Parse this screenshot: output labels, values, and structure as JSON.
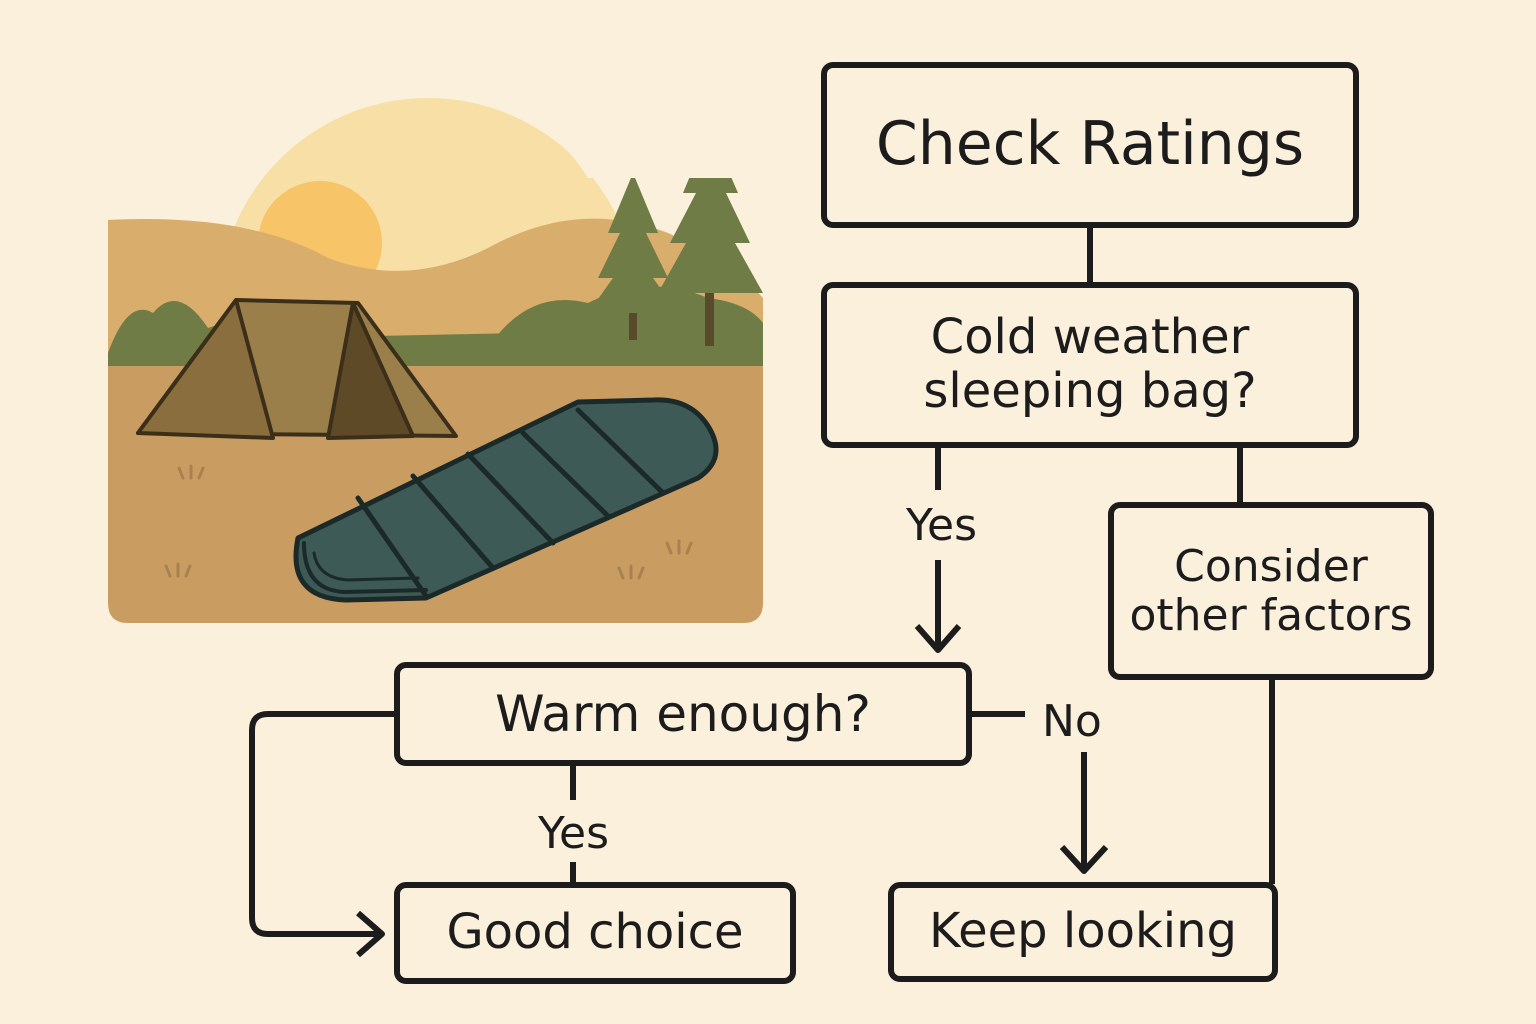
{
  "diagram": {
    "nodes": {
      "check_ratings": {
        "label": "Check Ratings"
      },
      "cold_weather": {
        "label": "Cold weather sleeping bag?"
      },
      "consider_other": {
        "label": "Consider other factors"
      },
      "warm_enough": {
        "label": "Warm enough?"
      },
      "good_choice": {
        "label": "Good choice"
      },
      "keep_looking": {
        "label": "Keep looking"
      }
    },
    "edges": {
      "cold_to_warm": {
        "from": "cold_weather",
        "to": "warm_enough",
        "label": "Yes"
      },
      "warm_to_good": {
        "from": "warm_enough",
        "to": "good_choice",
        "label": "Yes"
      },
      "warm_to_keep": {
        "from": "warm_enough",
        "to": "keep_looking",
        "label": "No"
      },
      "check_to_cold": {
        "from": "check_ratings",
        "to": "cold_weather",
        "label": ""
      },
      "cold_to_consider": {
        "from": "cold_weather",
        "to": "consider_other",
        "label": ""
      },
      "consider_to_keep": {
        "from": "consider_other",
        "to": "keep_looking",
        "label": ""
      },
      "warm_loop_good": {
        "from": "warm_enough",
        "to": "good_choice",
        "label": ""
      }
    }
  },
  "colors": {
    "background": "#fbf0dc",
    "line": "#1c1c1c",
    "sky": "#f8dfa6",
    "sun": "#f7c468",
    "hills": "#d9ad6c",
    "ground": "#c99c62",
    "trees": "#6f7c45",
    "tent": "#9b7f4a",
    "sleeping_bag": "#3d5a56"
  },
  "illustration": {
    "subject": "camping-scene",
    "elements": [
      "sun",
      "hills",
      "pine-trees",
      "tent",
      "sleeping-bag"
    ]
  }
}
